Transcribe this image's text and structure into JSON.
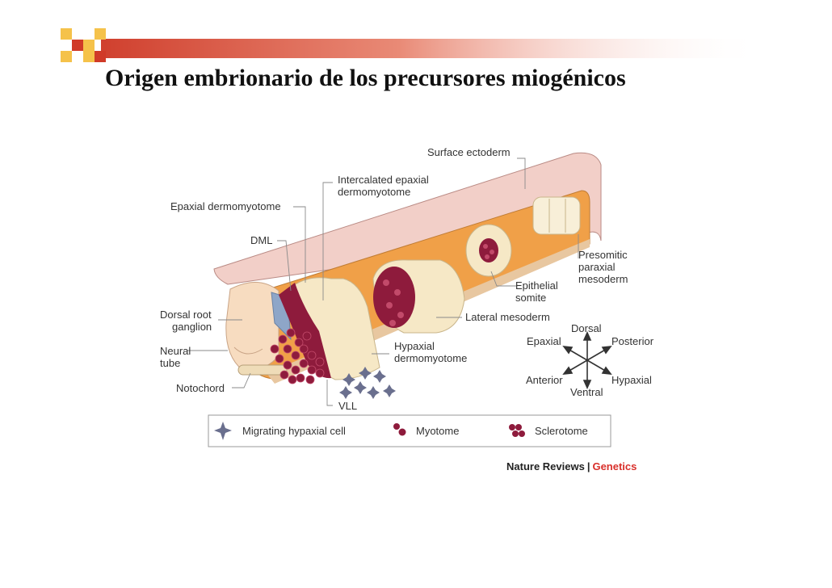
{
  "slide": {
    "title": "Origen embrionario de los precursores miogénicos"
  },
  "diagram": {
    "labels": {
      "surface_ectoderm": "Surface ectoderm",
      "intercalated_line1": "Intercalated epaxial",
      "intercalated_line2": "dermomyotome",
      "epaxial_dermomyotome": "Epaxial dermomyotome",
      "dml": "DML",
      "presomitic_line1": "Presomitic",
      "presomitic_line2": "paraxial",
      "presomitic_line3": "mesoderm",
      "epithelial_line1": "Epithelial",
      "epithelial_line2": "somite",
      "lateral_mesoderm": "Lateral mesoderm",
      "dorsal_root_line1": "Dorsal root",
      "dorsal_root_line2": "ganglion",
      "neural_line1": "Neural",
      "neural_line2": "tube",
      "notochord": "Notochord",
      "hypaxial_line1": "Hypaxial",
      "hypaxial_line2": "dermomyotome",
      "vll": "VLL"
    },
    "axes": {
      "dorsal": "Dorsal",
      "epaxial": "Epaxial",
      "posterior": "Posterior",
      "anterior": "Anterior",
      "hypaxial": "Hypaxial",
      "ventral": "Ventral"
    },
    "legend": {
      "migrating": "Migrating hypaxial cell",
      "myotome": "Myotome",
      "sclerotome": "Sclerotome"
    },
    "credit": {
      "part1": "Nature Reviews",
      "separator": "|",
      "part2": "Genetics"
    },
    "colors": {
      "mesoderm_orange": "#f0a048",
      "somite_cream": "#f6e8c6",
      "myotome_red": "#8e1b3c",
      "ectoderm_pink": "#f2cfc8",
      "migrating_cell": "#6a6f8e",
      "accent_red": "#d9302b"
    }
  }
}
